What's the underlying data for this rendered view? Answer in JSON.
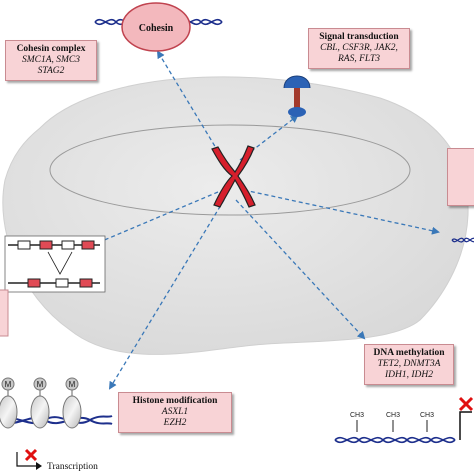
{
  "cohesin_label": "Cohesin",
  "boxes": {
    "cohesin_complex": {
      "title": "Cohesin complex",
      "genes_1": "SMC1A, SMC3",
      "genes_2": "STAG2"
    },
    "signal_transduction": {
      "title": "Signal transduction",
      "genes_1": "CBL, CSF3R, JAK2,",
      "genes_2": "RAS, FLT3"
    },
    "histone_modification": {
      "title": "Histone modification",
      "genes_1": "ASXL1",
      "genes_2": "EZH2"
    },
    "dna_methylation": {
      "title": "DNA methylation",
      "genes_1": "TET2, DNMT3A",
      "genes_2": "IDH1, IDH2"
    },
    "right_partial": {
      "title": "T"
    }
  },
  "methyl_label": "M",
  "ch3_label": "CH3",
  "legend": {
    "transcription_label": "Transcription"
  },
  "colors": {
    "box_fill": "#f8d3d6",
    "cell": "#e3e3e3",
    "chromosome": "#d61f2c",
    "arrow": "#3a78b8",
    "dna": "#1d2f8c",
    "repression": "#e01010"
  }
}
